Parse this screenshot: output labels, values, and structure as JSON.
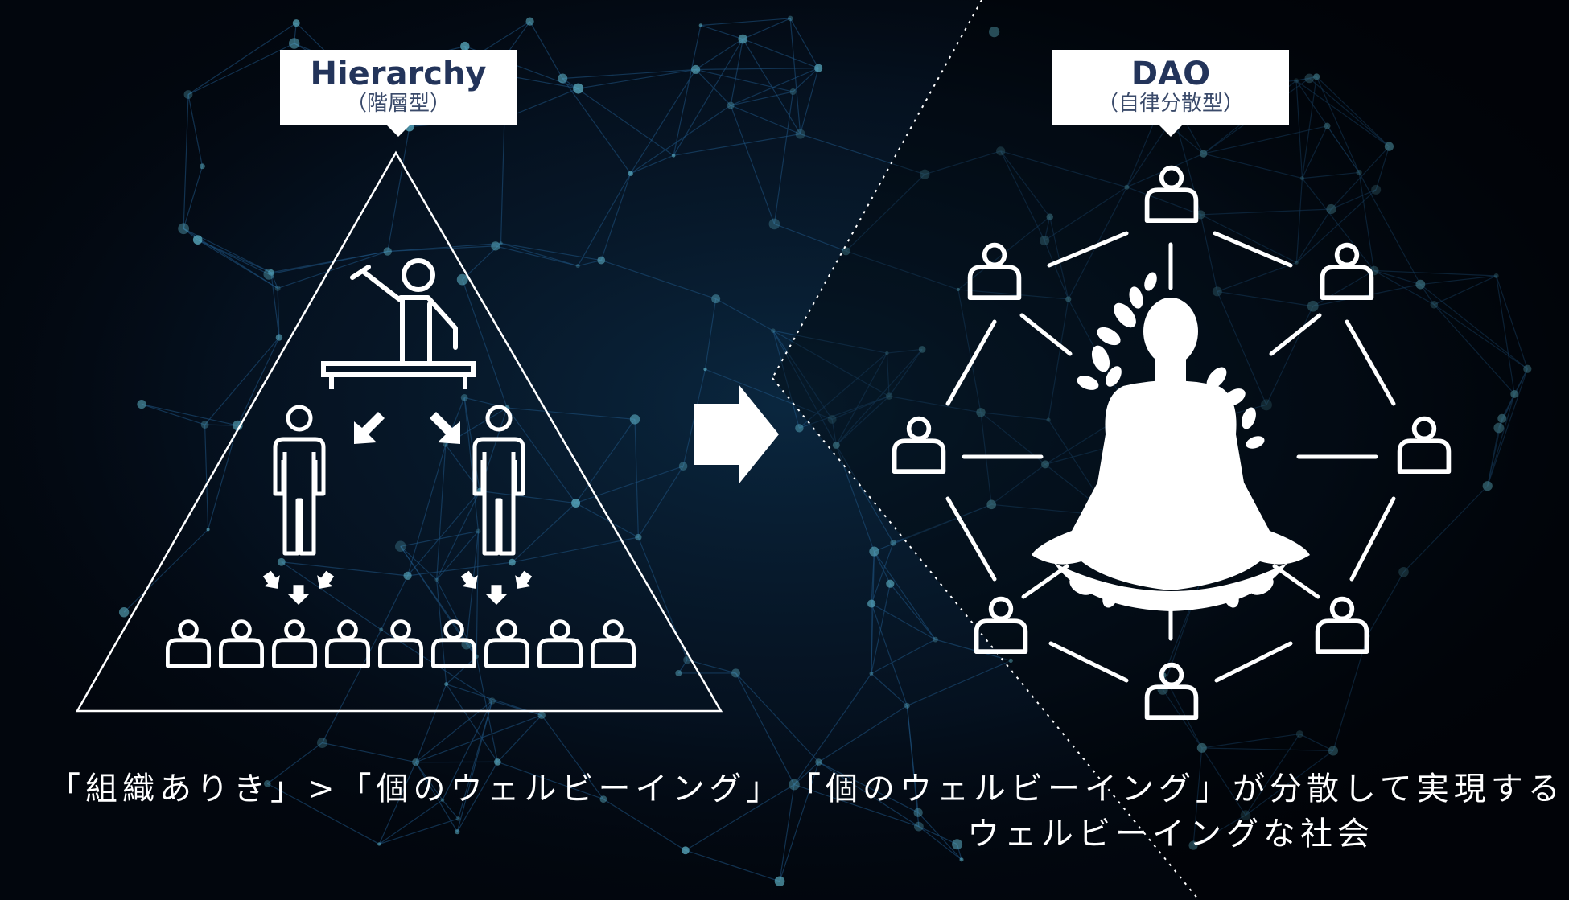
{
  "hierarchy": {
    "title": "Hierarchy",
    "subtitle": "（階層型）",
    "caption": "「組織ありき」>「個のウェルビーイング」"
  },
  "dao": {
    "title": "DAO",
    "subtitle": "（自律分散型）",
    "caption_line1": "「個のウェルビーイング」が分散して実現する",
    "caption_line2": "ウェルビーイングな社会"
  },
  "colors": {
    "background": "#02060d",
    "network_line": "#1c4f7a",
    "network_node": "#5fb4c9",
    "label_text": "#23345a",
    "foreground": "#ffffff"
  },
  "icons": {
    "transition": "right-arrow-icon",
    "hierarchy_person": "person-icon",
    "dao_person": "person-bust-icon",
    "meditation": "meditating-figure-icon"
  }
}
